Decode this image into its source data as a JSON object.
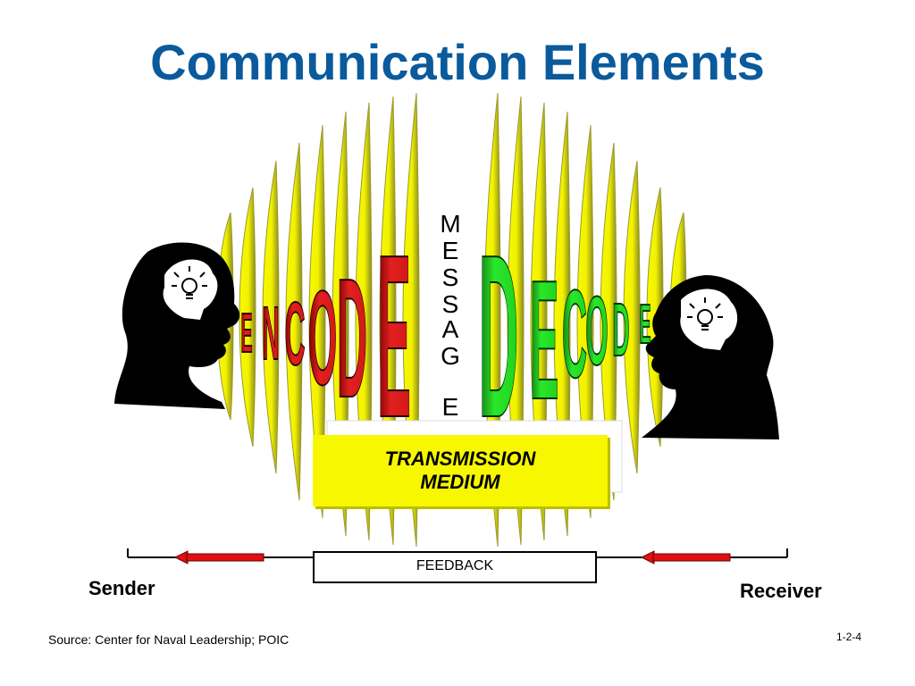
{
  "title": "Communication Elements",
  "encode_letters": [
    "E",
    "N",
    "C",
    "O",
    "D",
    "E"
  ],
  "decode_letters": [
    "D",
    "E",
    "C",
    "O",
    "D",
    "E"
  ],
  "message_letters": [
    "M",
    "E",
    "S",
    "S",
    "A",
    "G",
    "E"
  ],
  "transmission_medium": {
    "line1": "TRANSMISSION",
    "line2": "MEDIUM"
  },
  "feedback_label": "FEEDBACK",
  "sender_label": "Sender",
  "receiver_label": "Receiver",
  "source": "Source: Center for Naval Leadership; POIC",
  "slide_number": "1-2-4",
  "colors": {
    "title": "#0a5a9c",
    "encode": "#d42020",
    "decode": "#22dd22",
    "waves": "#f2f200",
    "arrow": "#e01010"
  },
  "icons": {
    "sender": "head-profile-with-lightbulb",
    "receiver": "head-profile-with-lightbulb"
  }
}
